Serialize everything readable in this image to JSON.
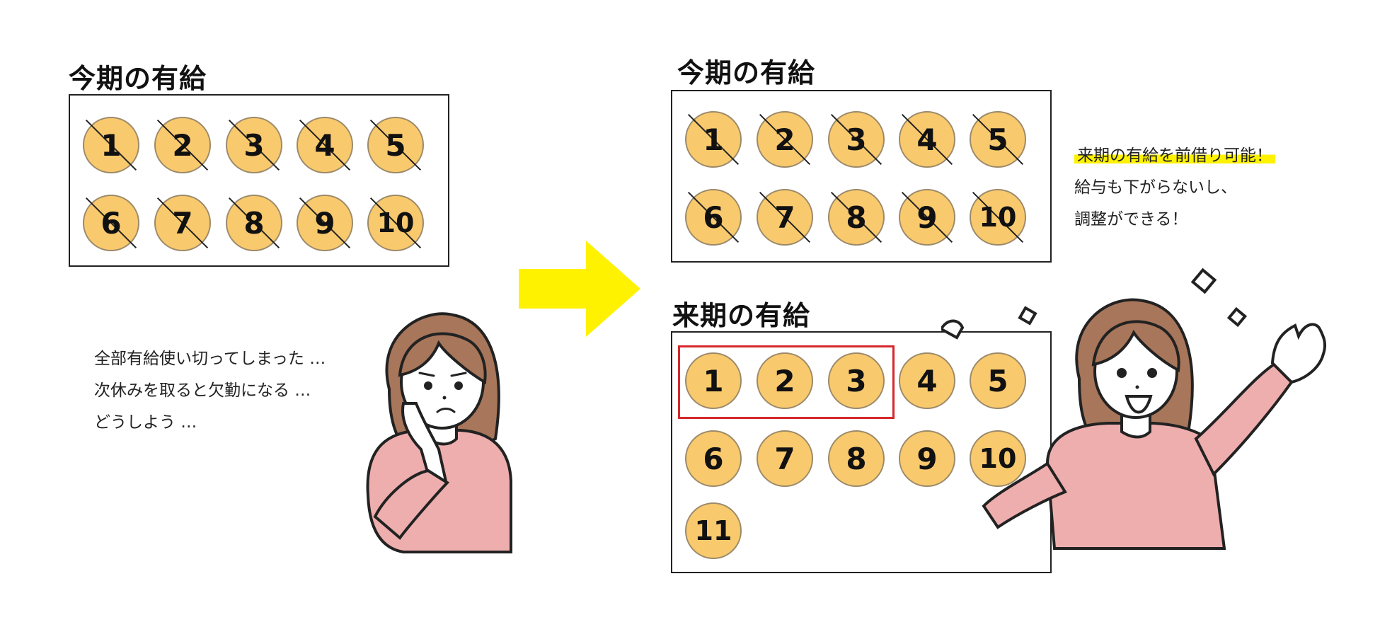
{
  "left": {
    "heading": "今期の有給",
    "coins": [
      "1",
      "2",
      "3",
      "4",
      "5",
      "6",
      "7",
      "8",
      "9",
      "10"
    ],
    "message_lines": [
      "全部有給使い切ってしまった …",
      "次休みを取ると欠勤になる …",
      "どうしよう …"
    ]
  },
  "right": {
    "current": {
      "heading": "今期の有給",
      "coins": [
        "1",
        "2",
        "3",
        "4",
        "5",
        "6",
        "7",
        "8",
        "9",
        "10"
      ]
    },
    "next": {
      "heading": "来期の有給",
      "coins": [
        "1",
        "2",
        "3",
        "4",
        "5",
        "6",
        "7",
        "8",
        "9",
        "10",
        "11"
      ],
      "borrowed_count": 3
    },
    "message_lines": [
      "来期の有給を前借り可能！",
      "給与も下がらないし、",
      "調整ができる！"
    ]
  },
  "colors": {
    "coin_fill": "#f9c96d",
    "arrow": "#fff200",
    "highlight": "#fff200",
    "borrow_box": "#d6282c",
    "shirt": "#efaeae",
    "hair": "#a8765a"
  }
}
